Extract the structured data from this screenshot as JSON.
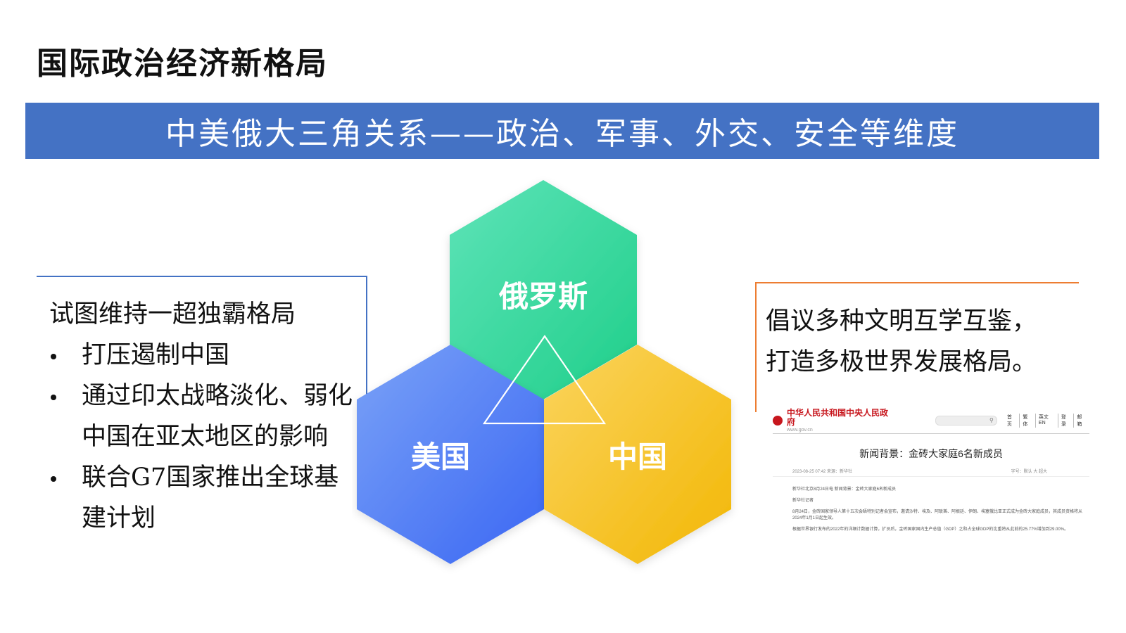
{
  "page": {
    "title": "国际政治经济新格局",
    "banner": "中美俄大三角关系——政治、军事、外交、安全等维度"
  },
  "left_panel": {
    "heading": "试图维持一超独霸格局",
    "bullets": [
      "打压遏制中国",
      "通过印太战略淡化、弱化中国在亚太地区的影响",
      "联合G7国家推出全球基建计划"
    ]
  },
  "right_panel": {
    "lines": [
      "倡议多种文明互学互鉴，",
      "打造多极世界发展格局。"
    ]
  },
  "diagram": {
    "nodes": {
      "top": {
        "label": "俄罗斯",
        "color_start": "#5ee3b8",
        "color_end": "#1fcf8a"
      },
      "left": {
        "label": "美国",
        "color_start": "#7aa2f7",
        "color_end": "#3a66f3"
      },
      "right": {
        "label": "中国",
        "color_start": "#fbd45e",
        "color_end": "#f2b705"
      }
    }
  },
  "news": {
    "site_name": "中华人民共和国中央人民政府",
    "site_url": "www.gov.cn",
    "nav": [
      "首页",
      "繁体",
      "英文EN",
      "登录",
      "邮箱"
    ],
    "title": "新闻背景：金砖大家庭6名新成员",
    "meta_left": "2023-08-25 07:42   来源：新华社",
    "meta_right": "字号：默认  大  超大",
    "body": [
      "新华社北京8月24日电 新闻背景：金砖大家庭6名新成员",
      "新华社记者",
      "8月24日，金砖国家领导人第十五次会晤特别记者会宣布，邀请沙特、埃及、阿联酋、阿根廷、伊朗、埃塞俄比亚正式成为金砖大家庭成员，其成员资格将从2024年1月1日起生效。",
      "根据世界银行发布的2022年的详细计数据计算，扩员后，金砖国家国内生产总值（GDP）之和占全球GDP的比重将从此前的25.77%增加到29.00%。"
    ]
  }
}
